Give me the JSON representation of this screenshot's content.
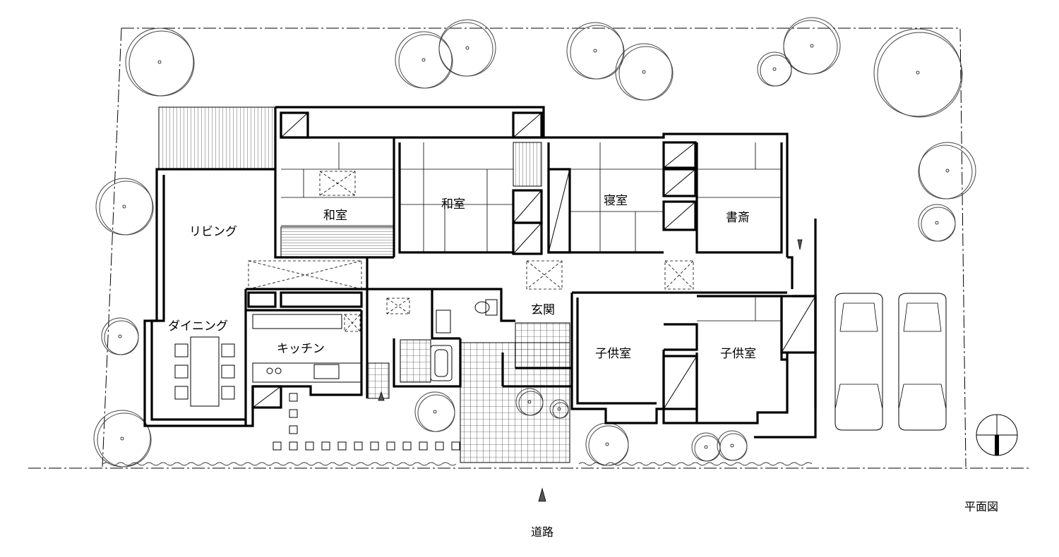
{
  "drawing": {
    "title": "平面図",
    "road_label": "道路"
  },
  "rooms": {
    "living": "リビング",
    "dining": "ダイニング",
    "kitchen": "キッチン",
    "washitsu_1": "和室",
    "washitsu_2": "和室",
    "bedroom": "寝室",
    "study": "書斎",
    "entrance": "玄関",
    "kids_room_1": "子供室",
    "kids_room_2": "子供室"
  },
  "icons": {
    "north": "north-arrow-icon",
    "car": "car-icon",
    "tree": "tree-icon"
  }
}
